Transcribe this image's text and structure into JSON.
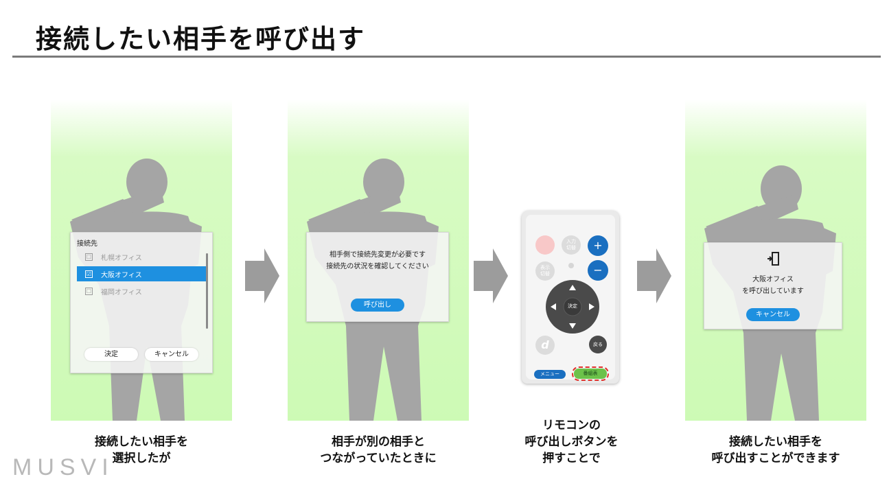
{
  "title": "接続したい相手を呼び出す",
  "brand": "MUSVI",
  "step1": {
    "dialog_title": "接続先",
    "items": [
      {
        "label": "札幌オフィス",
        "check": "☐"
      },
      {
        "label": "大阪オフィス",
        "check": "☑"
      },
      {
        "label": "福岡オフィス",
        "check": "☐"
      }
    ],
    "ok_label": "決定",
    "cancel_label": "キャンセル",
    "caption_line1": "接続したい相手を",
    "caption_line2": "選択したが"
  },
  "step2": {
    "message_line1": "相手側で接続先変更が必要です",
    "message_line2": "接続先の状況を確認してください",
    "call_label": "呼び出し",
    "caption_line1": "相手が別の相手と",
    "caption_line2": "つながっていたときに"
  },
  "step3": {
    "remote": {
      "input_switch": "入力\n切替",
      "display_switch": "表示\n切替",
      "plus": "+",
      "minus": "−",
      "ok": "決定",
      "back": "戻る",
      "d_key": "d",
      "menu": "メニュー",
      "program": "番組表"
    },
    "caption_line1": "リモコンの",
    "caption_line2": "呼び出しボタンを",
    "caption_line3": "押すことで"
  },
  "step4": {
    "message_line1": "大阪オフィス",
    "message_line2": "を呼び出しています",
    "cancel_label": "キャンセル",
    "caption_line1": "接続したい相手を",
    "caption_line2": "呼び出すことができます"
  },
  "colors": {
    "panel_green": "#cdfab5",
    "accent_blue": "#1e90e0",
    "arrow_gray": "#9c9c9c",
    "silhouette_gray": "#a5a5a5"
  }
}
